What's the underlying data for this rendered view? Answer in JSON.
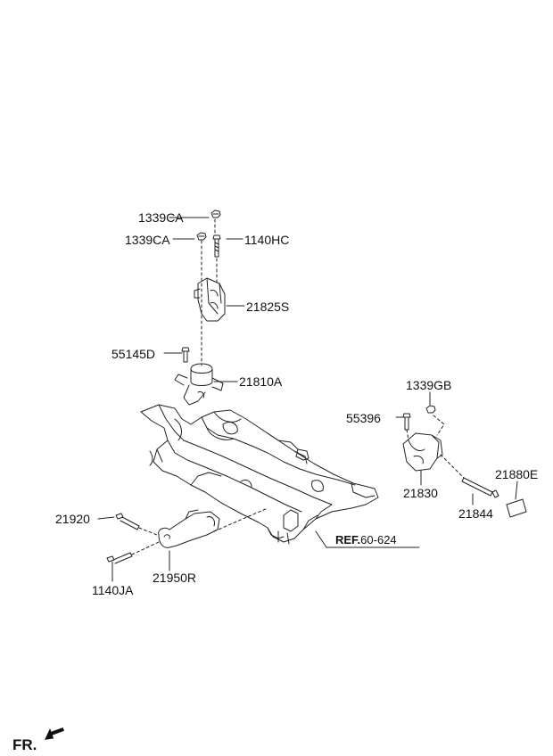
{
  "labels": {
    "p1339ca_top": "1339CA",
    "p1339ca": "1339CA",
    "p1140hc": "1140HC",
    "p21825s": "21825S",
    "p55145d": "55145D",
    "p21810a": "21810A",
    "p1339gb": "1339GB",
    "p55396": "55396",
    "p21880e": "21880E",
    "p21830": "21830",
    "p21844": "21844",
    "p21920": "21920",
    "p21950r": "21950R",
    "p1140ja": "1140JA",
    "ref_prefix": "REF.",
    "ref_number": "60-624",
    "front": "FR."
  },
  "icons": {
    "front_arrow": "front-direction-arrow-icon"
  },
  "colors": {
    "line": "#222222",
    "text": "#111111",
    "background": "#ffffff"
  }
}
